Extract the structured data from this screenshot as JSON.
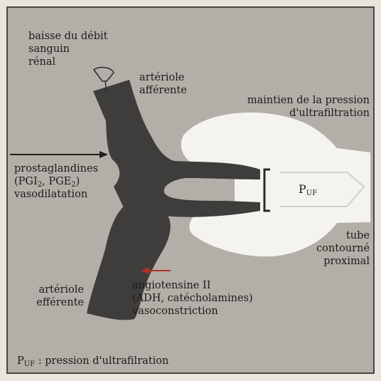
{
  "labels": {
    "debit": [
      "baisse du débit",
      "sanguin",
      "rénal"
    ],
    "afferente": [
      "artériole",
      "afférente"
    ],
    "maintien": [
      "maintien de la pression",
      "d'ultrafiltration"
    ],
    "prostaglandines": {
      "line1": "prostaglandines",
      "pg_open": "(PGI",
      "pg_sub1": "2",
      "pg_mid": ", PGE",
      "pg_sub2": "2",
      "pg_close": ")",
      "line3": "vasodilatation"
    },
    "puf": {
      "main": "P",
      "sub": "UF"
    },
    "tube": [
      "tube",
      "contourné",
      "proximal"
    ],
    "efferente": [
      "artériole",
      "efférente"
    ],
    "angiotensine": [
      "angiotensine II",
      "(ADH, catécholamines)",
      "vasoconstriction"
    ],
    "legend": {
      "main": "P",
      "sub": "UF",
      "text": " : pression d'ultrafilration"
    }
  },
  "colors": {
    "background": "#b3afa8",
    "vessel": "#3f3d3b",
    "capsule": "#f4f3ef",
    "arrow_in": "#1f1d1b",
    "arrow_constrict": "#b0322a"
  }
}
